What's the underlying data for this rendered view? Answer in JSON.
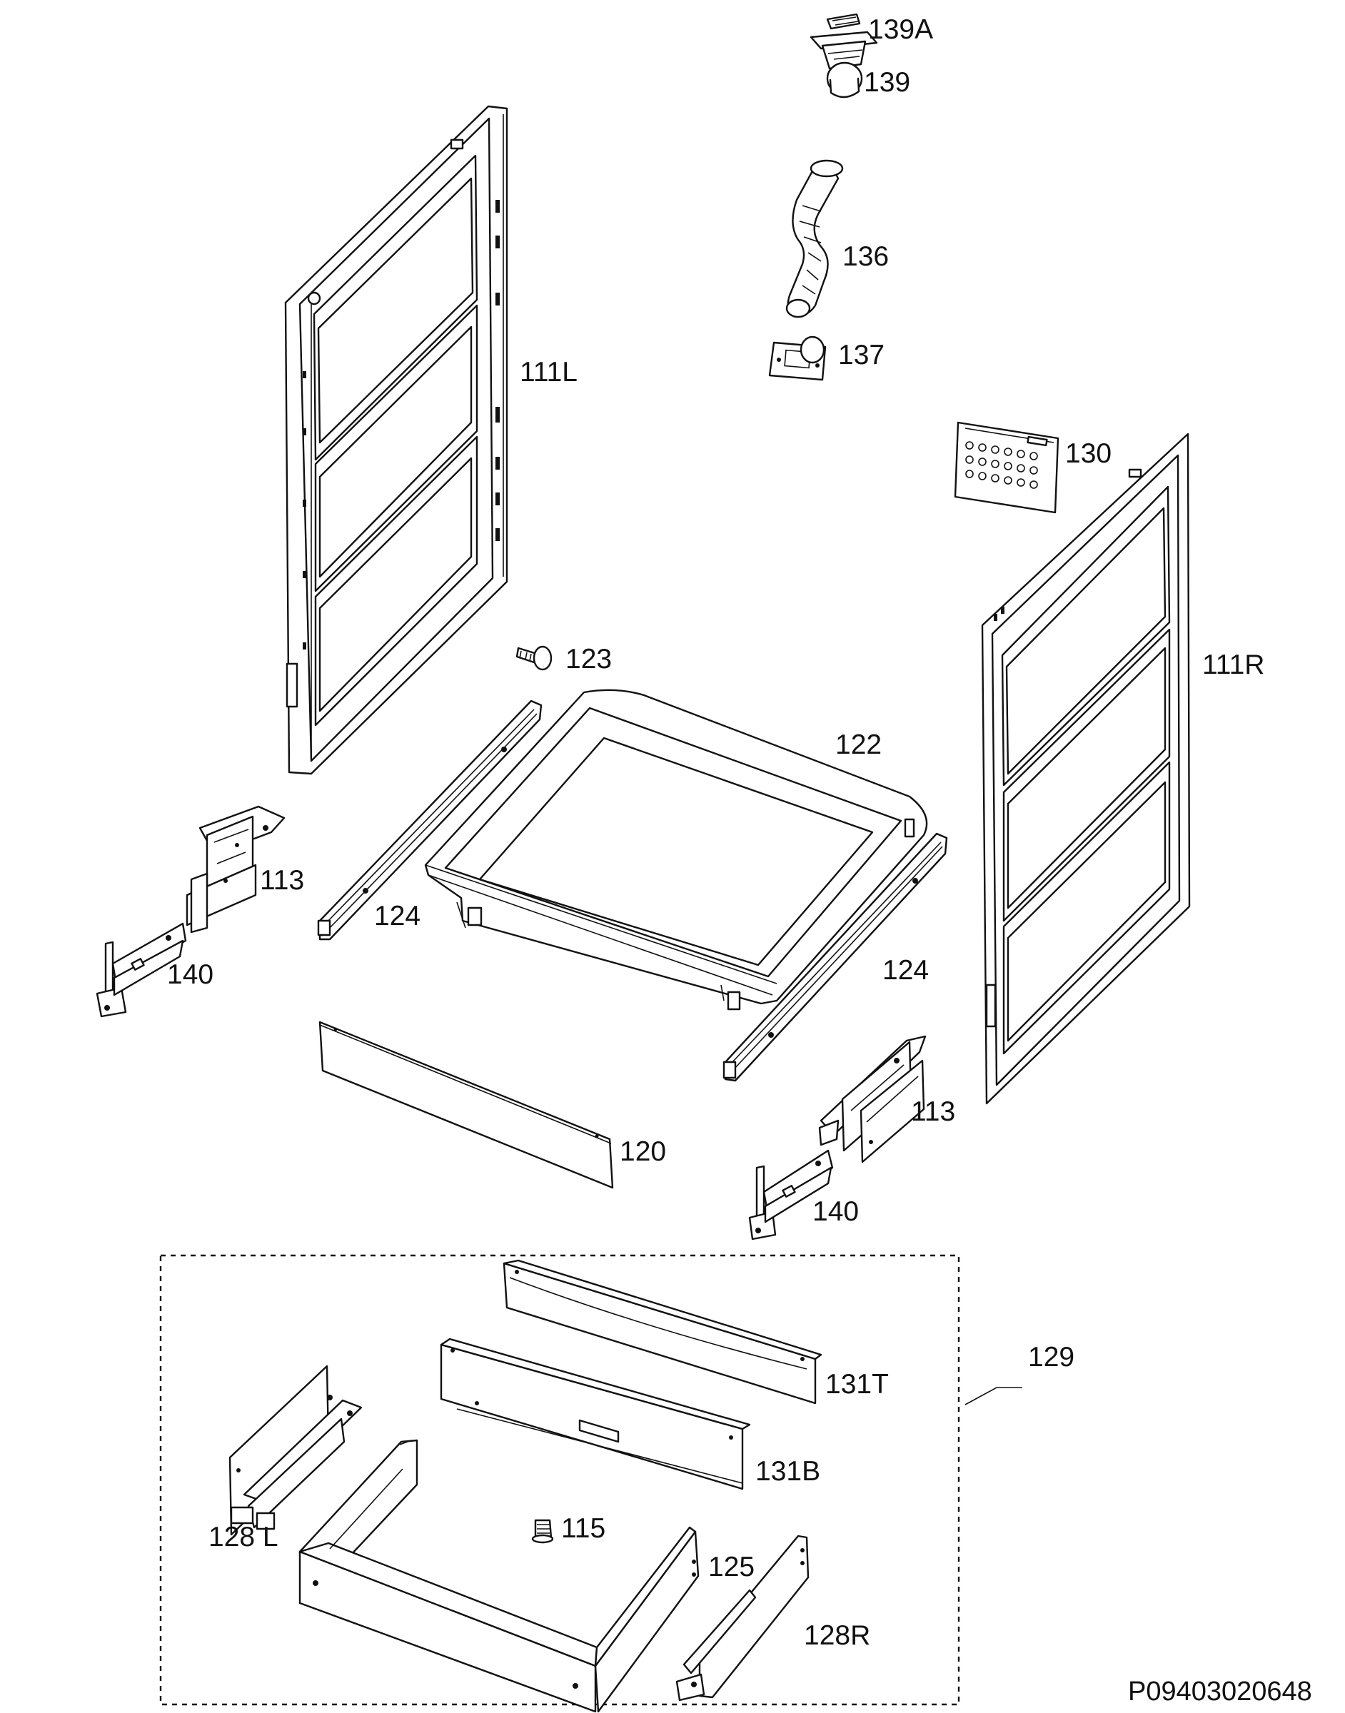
{
  "diagram": {
    "drawing_code": "P09403020648",
    "labels": {
      "p139A": "139A",
      "p139": "139",
      "p136": "136",
      "p137": "137",
      "p111L": "111L",
      "p130": "130",
      "p111R": "111R",
      "p123": "123",
      "p122": "122",
      "p113_left": "113",
      "p124_left": "124",
      "p140_left": "140",
      "p124_right": "124",
      "p113_right": "113",
      "p120": "120",
      "p140_right": "140",
      "p129": "129",
      "p131T": "131T",
      "p131B": "131B",
      "p128L": "128 L",
      "p115": "115",
      "p125": "125",
      "p128R": "128R"
    },
    "colors": {
      "line": "#111111",
      "background": "#ffffff"
    }
  }
}
